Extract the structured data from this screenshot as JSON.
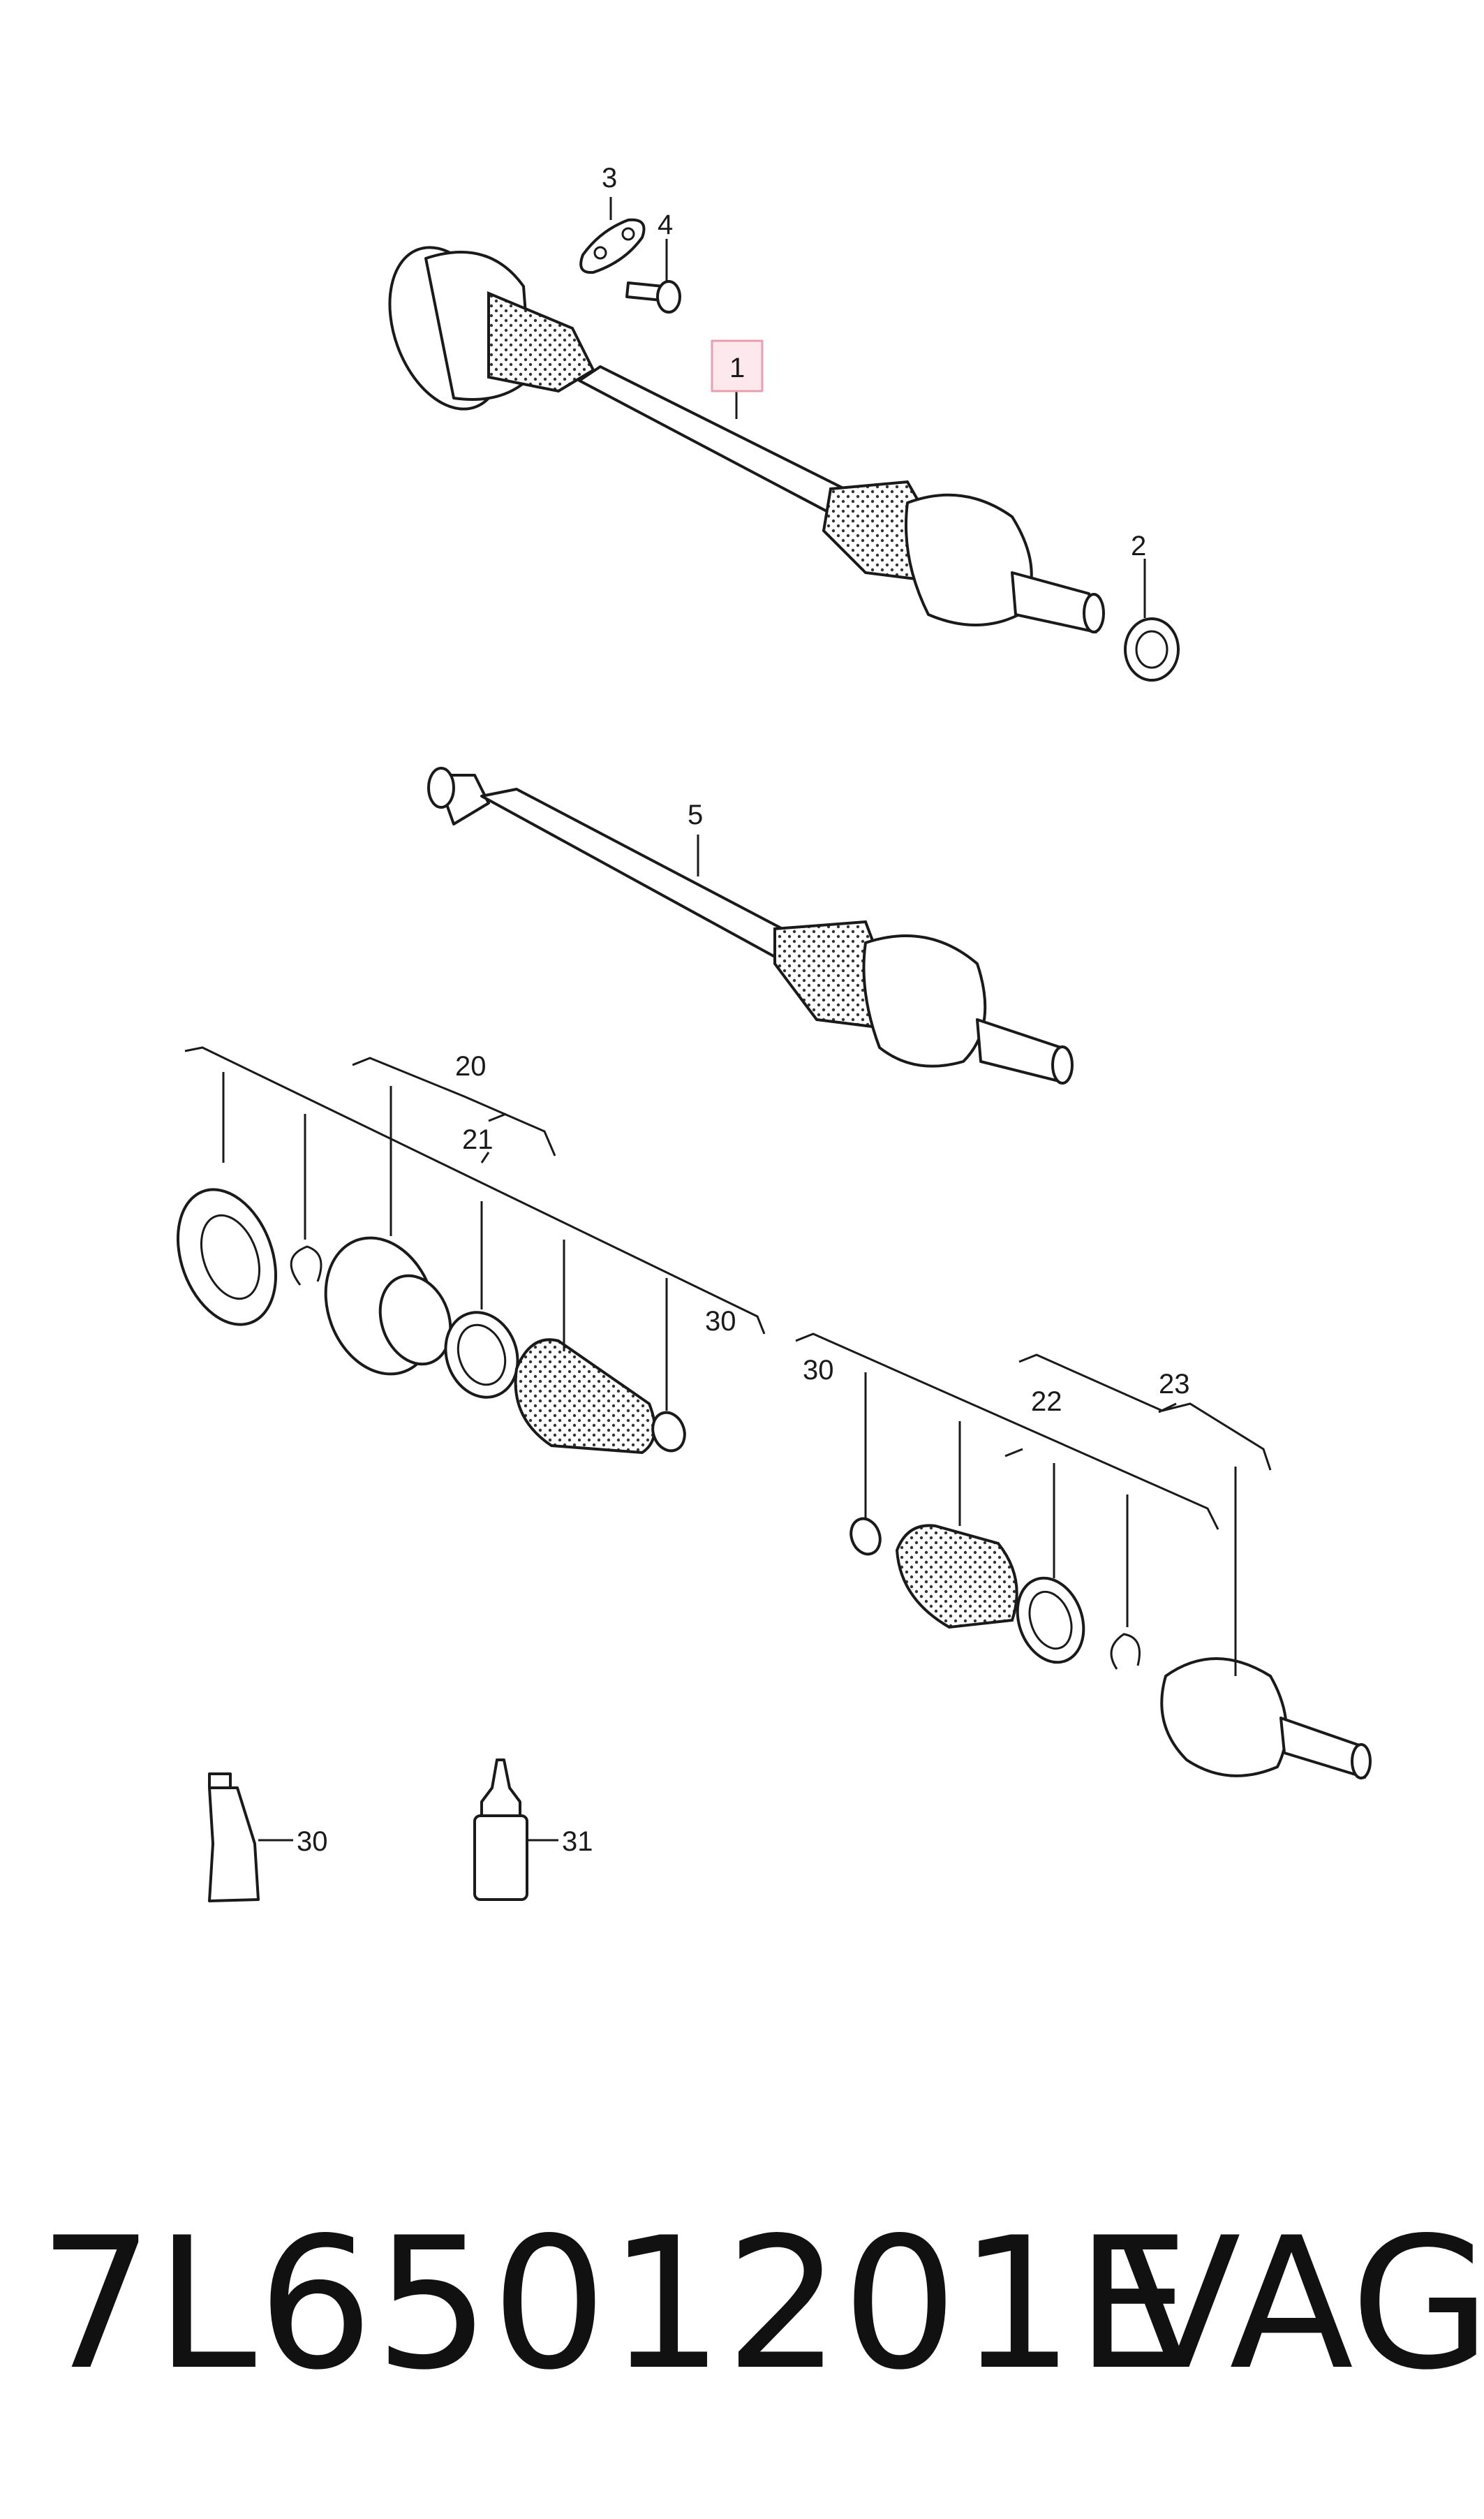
{
  "callouts": {
    "c1": "1",
    "c2": "2",
    "c3": "3",
    "c4": "4",
    "c5": "5",
    "c20": "20",
    "c21": "21",
    "c22": "22",
    "c23": "23",
    "c30a": "30",
    "c30b": "30",
    "c30c": "30",
    "c31": "31"
  },
  "highlight_color": "#e8a0b0",
  "footer": {
    "part_number": "7L6501201E",
    "brand": "VAG"
  }
}
